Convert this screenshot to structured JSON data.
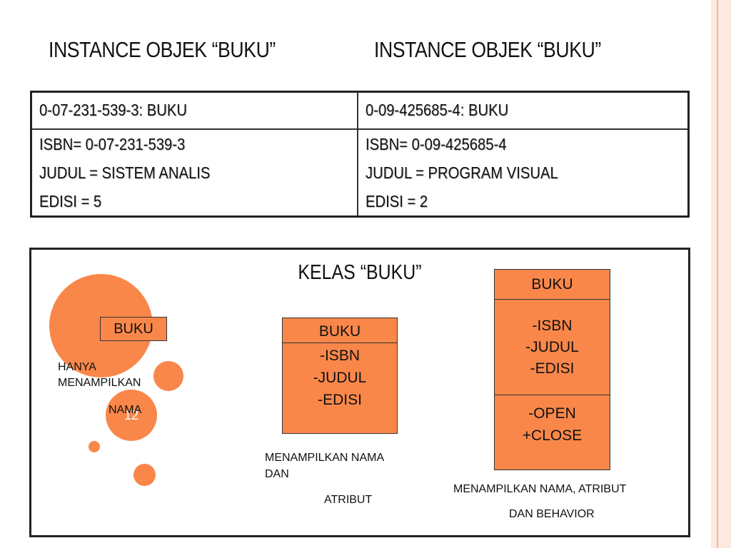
{
  "titles": {
    "left": "INSTANCE OBJEK “BUKU”",
    "right": "INSTANCE OBJEK “BUKU”"
  },
  "instances": [
    {
      "header": "0-07-231-539-3: BUKU",
      "lines": [
        "ISBN= 0-07-231-539-3",
        "JUDUL = SISTEM ANALIS",
        "EDISI = 5"
      ]
    },
    {
      "header": "0-09-425685-4: BUKU",
      "lines": [
        "ISBN= 0-09-425685-4",
        "JUDUL = PROGRAM VISUAL",
        "EDISI = 2"
      ]
    }
  ],
  "class_section": {
    "title": "KELAS “BUKU”",
    "slide_number": "12",
    "diagram1": {
      "name": "BUKU",
      "caption": [
        "HANYA",
        "MENAMPILKAN",
        "NAMA"
      ]
    },
    "diagram2": {
      "name": "BUKU",
      "attributes": [
        "-ISBN",
        "-JUDUL",
        "-EDISI"
      ],
      "caption": [
        "MENAMPILKAN NAMA",
        "DAN",
        "ATRIBUT"
      ]
    },
    "diagram3": {
      "name": "BUKU",
      "attributes": [
        "-ISBN",
        "-JUDUL",
        "-EDISI"
      ],
      "methods": [
        "-OPEN",
        "+CLOSE"
      ],
      "caption": [
        "MENAMPILKAN NAMA, ATRIBUT",
        "DAN BEHAVIOR"
      ]
    }
  },
  "colors": {
    "accent": "#f9874a",
    "stripe": "#fde9dd"
  }
}
